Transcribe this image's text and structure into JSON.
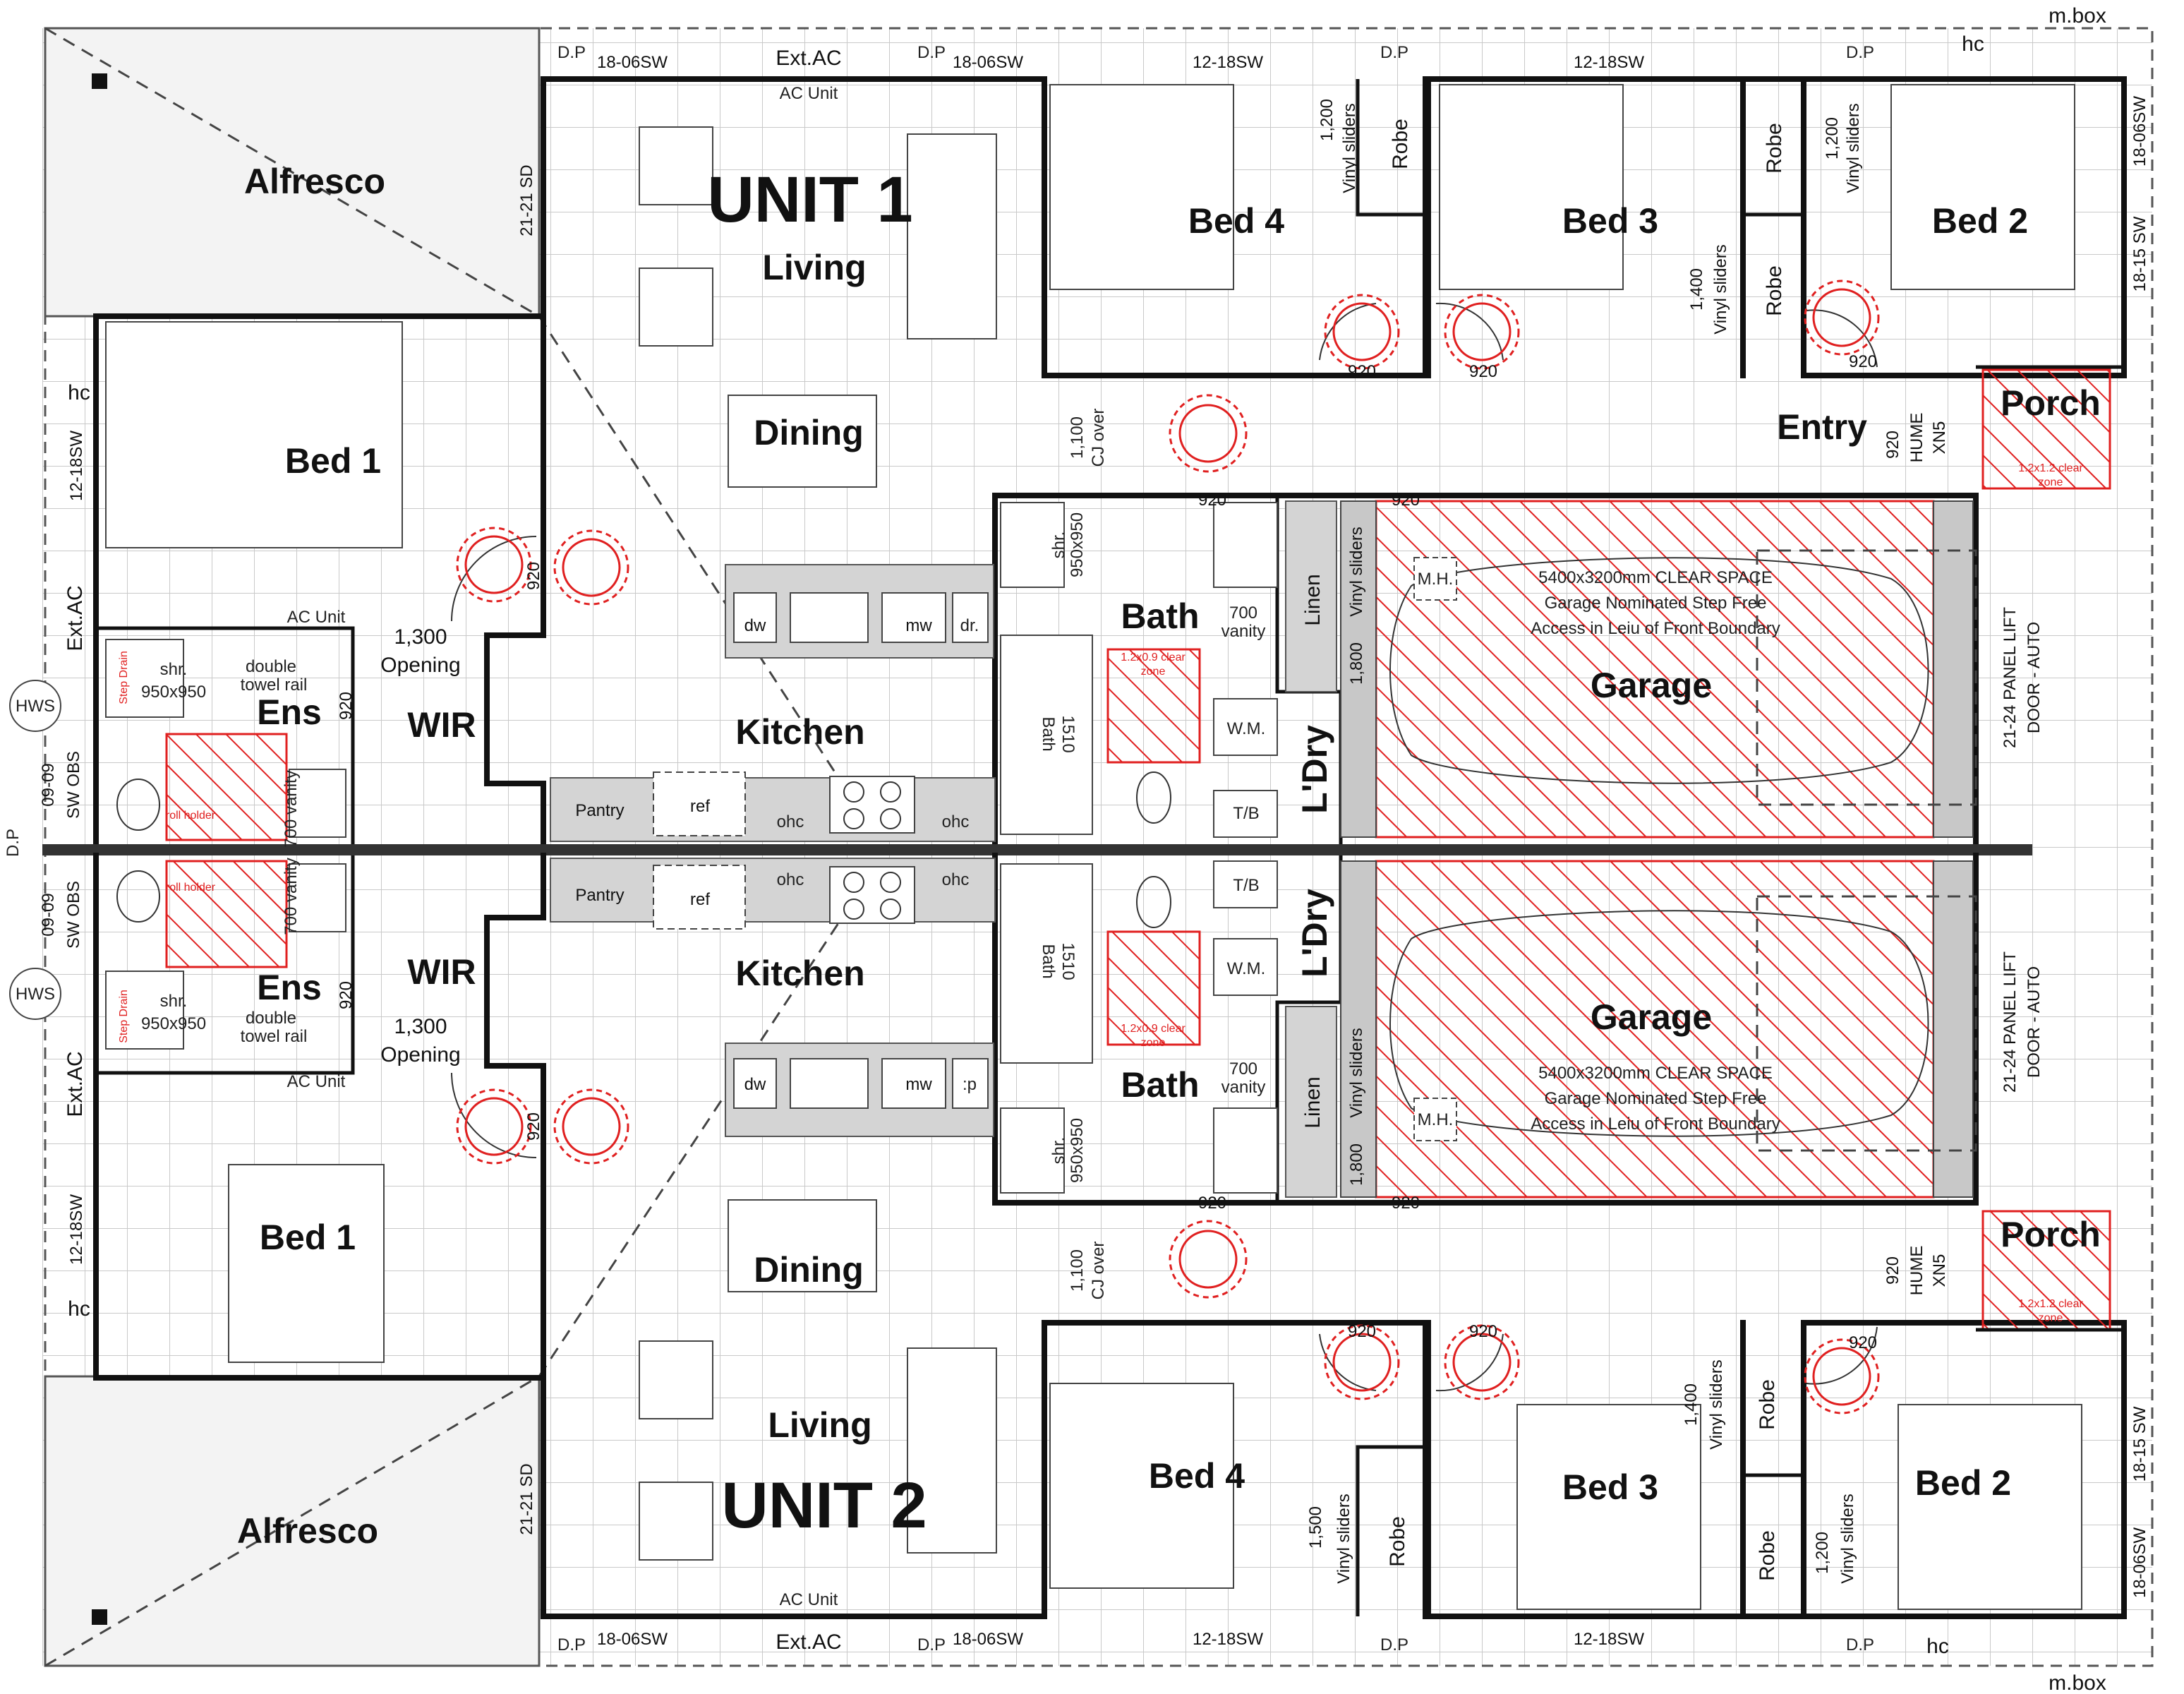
{
  "legend": {
    "mbox": "m.box",
    "hc": "hc",
    "dp": "D.P"
  },
  "units": {
    "unit1": "UNIT 1",
    "unit2": "UNIT 2"
  },
  "rooms": {
    "alfresco": "Alfresco",
    "living": "Living",
    "dining": "Dining",
    "kitchen": "Kitchen",
    "bed1": "Bed 1",
    "bed2": "Bed 2",
    "bed3": "Bed 3",
    "bed4": "Bed 4",
    "ens": "Ens",
    "wir": "WIR",
    "bath": "Bath",
    "laundry": "L'Dry",
    "linen": "Linen",
    "garage": "Garage",
    "entry": "Entry",
    "porch": "Porch",
    "robe": "Robe",
    "pantry": "Pantry"
  },
  "fixtures": {
    "dw": "dw",
    "mw": "mw",
    "dr": "dr.",
    "p": ":p",
    "ref": "ref",
    "ohc": "ohc",
    "wm": "W.M.",
    "tub": "T/B",
    "hws": "HWS",
    "mh": "M.H.",
    "ac_unit": "AC Unit",
    "ext_ac": "Ext.AC",
    "shr": "shr.",
    "shr_size": "950x950",
    "shr_size_bath": "950x950",
    "double": "double",
    "towel_rail": "towel rail",
    "bath_tub": "Bath",
    "bath_size": "1510",
    "vanity_700": "700",
    "vanity": "vanity",
    "clear_bath": "1.2x0.9 clear",
    "clear_porch": "1.2x1.2 clear",
    "zone": "zone",
    "opening": "Opening",
    "opening_size": "1,300",
    "step_drain": "Step Drain",
    "cj_over": "CJ over",
    "cj_size": "1,100",
    "roll_holder": "roll holder",
    "vanity_ens": "700 vanity"
  },
  "windows": {
    "w1806": "18-06SW",
    "w1218": "12-18SW",
    "w2121sd": "21-21 SD",
    "w1815": "18-15 SW",
    "w0909": "09-09",
    "sw_obs": "SW OBS"
  },
  "doors": {
    "d920": "920",
    "hume": "HUME",
    "xn5": "XN5",
    "garage_door_a": "21-24 PANEL LIFT",
    "garage_door_b": "DOOR - AUTO",
    "vinyl": "Vinyl sliders",
    "w1200": "1,200",
    "w1400": "1,400",
    "w1500": "1,500",
    "w1800": "1,800"
  },
  "garage_note": {
    "line1": "5400x3200mm CLEAR SPACE",
    "line2": "Garage Nominated Step Free",
    "line3": "Access in Leiu of Front Boundary"
  }
}
